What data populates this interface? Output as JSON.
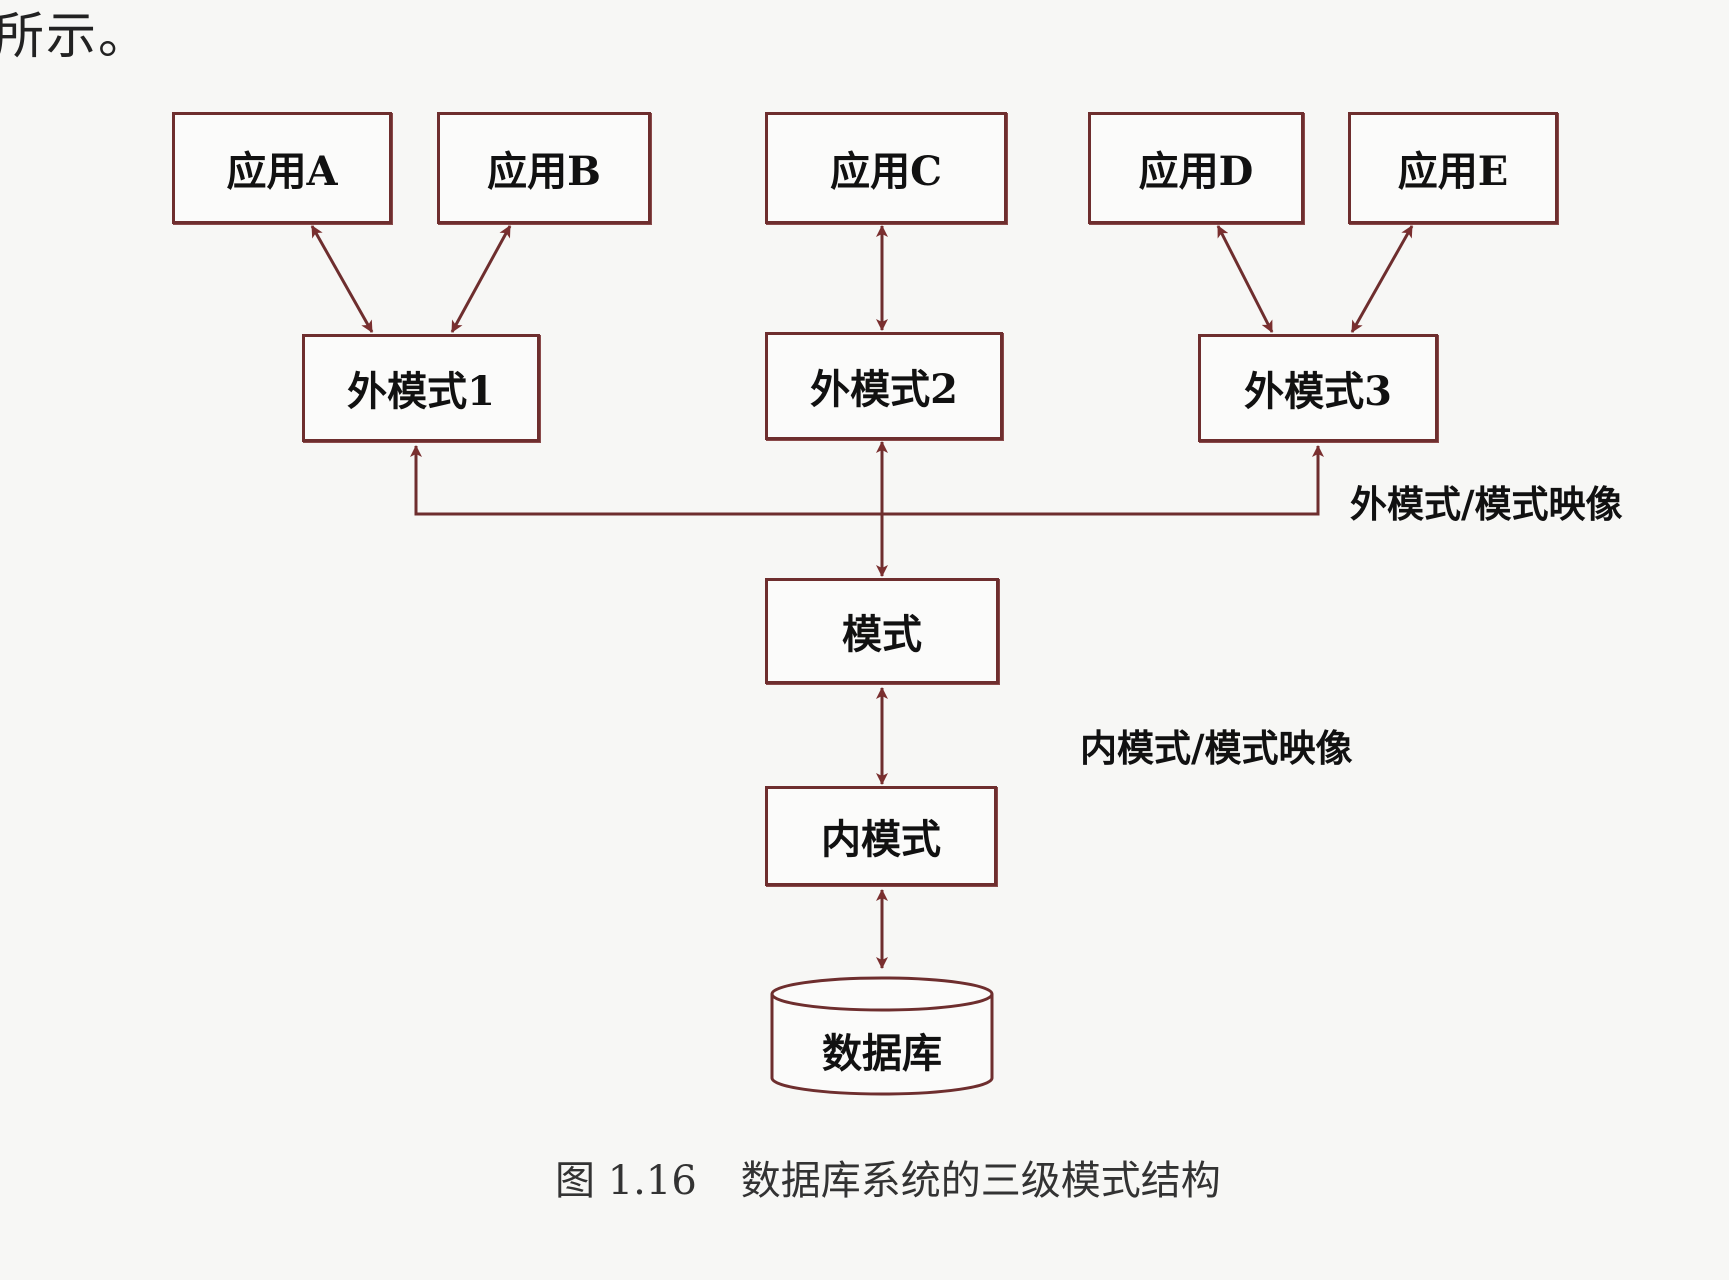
{
  "top_text": "所示。",
  "applications": [
    "应用A",
    "应用B",
    "应用C",
    "应用D",
    "应用E"
  ],
  "external_schemas": [
    "外模式1",
    "外模式2",
    "外模式3"
  ],
  "schema": "模式",
  "internal_schema": "内模式",
  "database": "数据库",
  "mapping_labels": {
    "external_to_schema": "外模式/模式映像",
    "internal_to_schema": "内模式/模式映像"
  },
  "caption": {
    "number": "图 1.16",
    "title": "数据库系统的三级模式结构"
  },
  "colors": {
    "line": "#6e2e2e",
    "arrow": "#7a2f2f",
    "box_border": "#6e2e2e"
  }
}
